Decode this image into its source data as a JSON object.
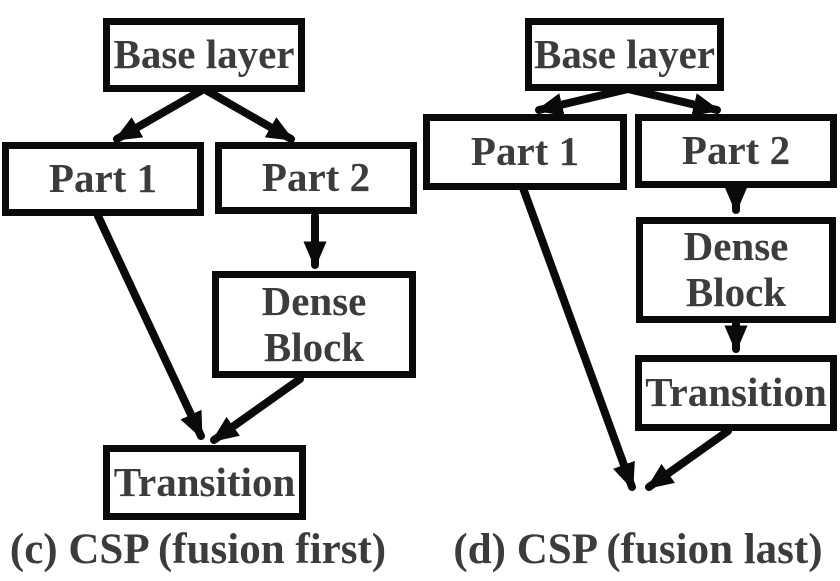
{
  "colors": {
    "line": "#0a0a0a",
    "text": "#3c3c3c",
    "box_fill": "#ffffff",
    "background": "#ffffff"
  },
  "diagrams": [
    {
      "caption": "(c) CSP (fusion first)",
      "nodes": {
        "base": "Base layer",
        "part1": "Part 1",
        "part2": "Part 2",
        "dense": "Dense\nBlock",
        "transition": "Transition"
      },
      "edges": [
        {
          "from": "base",
          "to": "part1"
        },
        {
          "from": "base",
          "to": "part2"
        },
        {
          "from": "part2",
          "to": "dense"
        },
        {
          "from": "part1",
          "to": "transition"
        },
        {
          "from": "dense",
          "to": "transition"
        }
      ]
    },
    {
      "caption": "(d) CSP (fusion last)",
      "nodes": {
        "base": "Base layer",
        "part1": "Part 1",
        "part2": "Part 2",
        "dense": "Dense\nBlock",
        "transition": "Transition"
      },
      "edges": [
        {
          "from": "base",
          "to": "part1"
        },
        {
          "from": "base",
          "to": "part2"
        },
        {
          "from": "part2",
          "to": "dense"
        },
        {
          "from": "dense",
          "to": "transition"
        },
        {
          "from": "part1",
          "to": "fusion-point"
        },
        {
          "from": "transition",
          "to": "fusion-point"
        }
      ]
    }
  ]
}
